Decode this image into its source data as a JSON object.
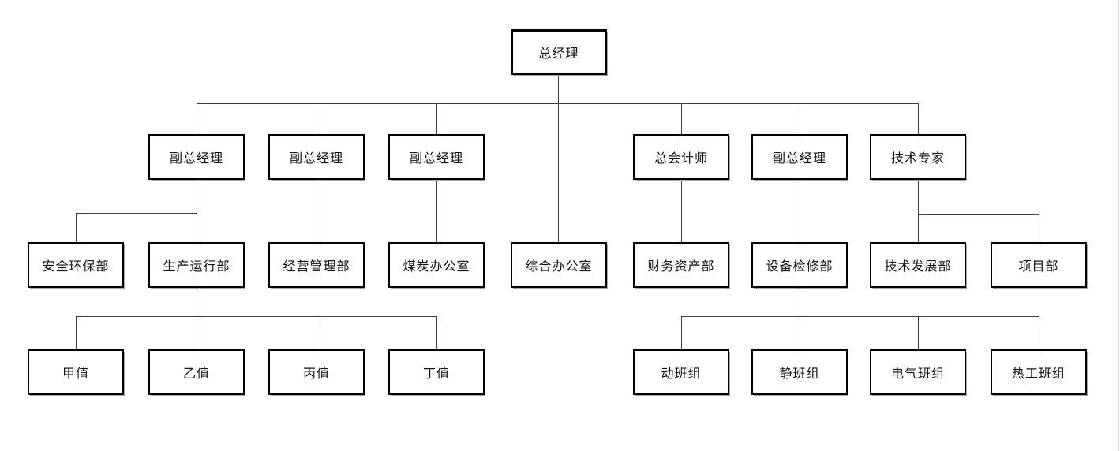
{
  "org_chart": {
    "nodes": [
      {
        "id": "general-manager",
        "label": "总经理",
        "level": 1
      },
      {
        "id": "deputy-gm-1",
        "label": "副总经理",
        "level": 2
      },
      {
        "id": "deputy-gm-2",
        "label": "副总经理",
        "level": 2
      },
      {
        "id": "deputy-gm-3",
        "label": "副总经理",
        "level": 2
      },
      {
        "id": "chief-accountant",
        "label": "总会计师",
        "level": 2
      },
      {
        "id": "deputy-gm-4",
        "label": "副总经理",
        "level": 2
      },
      {
        "id": "technical-expert",
        "label": "技术专家",
        "level": 2
      },
      {
        "id": "safety-env-dept",
        "label": "安全环保部",
        "level": 3
      },
      {
        "id": "production-operation-dept",
        "label": "生产运行部",
        "level": 3
      },
      {
        "id": "business-management-dept",
        "label": "经营管理部",
        "level": 3
      },
      {
        "id": "coal-office",
        "label": "煤炭办公室",
        "level": 3
      },
      {
        "id": "general-office",
        "label": "综合办公室",
        "level": 3
      },
      {
        "id": "finance-assets-dept",
        "label": "财务资产部",
        "level": 3
      },
      {
        "id": "equipment-maintenance-dept",
        "label": "设备检修部",
        "level": 3
      },
      {
        "id": "tech-development-dept",
        "label": "技术发展部",
        "level": 3
      },
      {
        "id": "project-dept",
        "label": "项目部",
        "level": 3
      },
      {
        "id": "shift-a",
        "label": "甲值",
        "level": 4
      },
      {
        "id": "shift-b",
        "label": "乙值",
        "level": 4
      },
      {
        "id": "shift-c",
        "label": "丙值",
        "level": 4
      },
      {
        "id": "shift-d",
        "label": "丁值",
        "level": 4
      },
      {
        "id": "dynamic-team",
        "label": "动班组",
        "level": 4
      },
      {
        "id": "static-team",
        "label": "静班组",
        "level": 4
      },
      {
        "id": "electrical-team",
        "label": "电气班组",
        "level": 4
      },
      {
        "id": "thermal-team",
        "label": "热工班组",
        "level": 4
      }
    ],
    "edges": [
      [
        "general-manager",
        "deputy-gm-1"
      ],
      [
        "general-manager",
        "deputy-gm-2"
      ],
      [
        "general-manager",
        "deputy-gm-3"
      ],
      [
        "general-manager",
        "chief-accountant"
      ],
      [
        "general-manager",
        "deputy-gm-4"
      ],
      [
        "general-manager",
        "technical-expert"
      ],
      [
        "general-manager",
        "general-office"
      ],
      [
        "deputy-gm-1",
        "safety-env-dept"
      ],
      [
        "deputy-gm-1",
        "production-operation-dept"
      ],
      [
        "deputy-gm-2",
        "business-management-dept"
      ],
      [
        "deputy-gm-3",
        "coal-office"
      ],
      [
        "chief-accountant",
        "finance-assets-dept"
      ],
      [
        "deputy-gm-4",
        "equipment-maintenance-dept"
      ],
      [
        "technical-expert",
        "tech-development-dept"
      ],
      [
        "technical-expert",
        "project-dept"
      ],
      [
        "production-operation-dept",
        "shift-a"
      ],
      [
        "production-operation-dept",
        "shift-b"
      ],
      [
        "production-operation-dept",
        "shift-c"
      ],
      [
        "production-operation-dept",
        "shift-d"
      ],
      [
        "equipment-maintenance-dept",
        "dynamic-team"
      ],
      [
        "equipment-maintenance-dept",
        "static-team"
      ],
      [
        "equipment-maintenance-dept",
        "electrical-team"
      ],
      [
        "equipment-maintenance-dept",
        "thermal-team"
      ]
    ],
    "colors": {
      "box_border": "#000000",
      "box_background": "#ffffff",
      "connector": "#3f3f3f",
      "page_edge": "#d7d7d7"
    }
  }
}
